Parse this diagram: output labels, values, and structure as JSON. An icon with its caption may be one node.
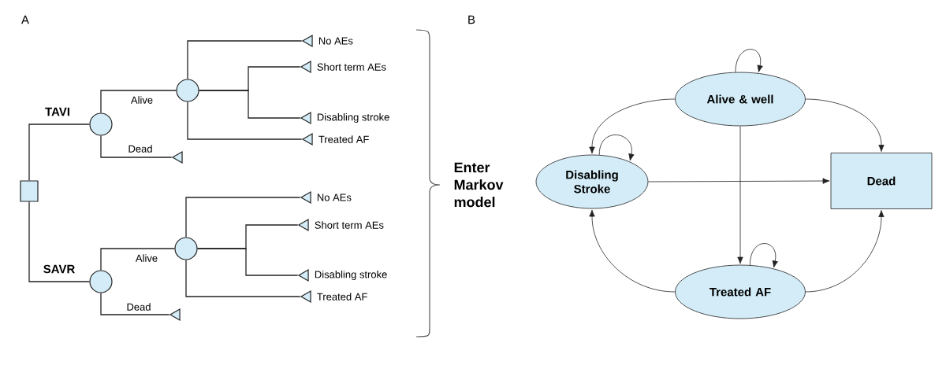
{
  "diagram": {
    "nodes": [
      {
        "text": [],
        "shape": "box"
      },
      {
        "text": [],
        "shape": "circle"
      },
      {
        "text": [],
        "shape": "circle"
      },
      {
        "text": [],
        "shape": "triangle",
        "beside": [
          "No AEs"
        ]
      },
      {
        "text": [],
        "shape": "triangle",
        "beside": [
          "Short term AEs"
        ]
      },
      {
        "text": [],
        "shape": "triangle",
        "beside": [
          "Disabling stroke"
        ]
      },
      {
        "text": [],
        "shape": "triangle",
        "beside": [
          "Treated AF"
        ]
      },
      {
        "text": [],
        "shape": "triangle"
      },
      {
        "text": [],
        "shape": "circle"
      },
      {
        "text": [],
        "shape": "circle"
      },
      {
        "text": [],
        "shape": "triangle",
        "beside": [
          "No AEs"
        ]
      },
      {
        "text": [],
        "shape": "triangle",
        "beside": [
          "Short term AEs"
        ]
      },
      {
        "text": [],
        "shape": "triangle",
        "beside": [
          "Disabling stroke"
        ]
      },
      {
        "text": [],
        "shape": "triangle",
        "beside": [
          "Treated AF"
        ]
      },
      {
        "text": [],
        "shape": "triangle"
      },
      {
        "text": [
          "Alive & well"
        ]
      },
      {
        "text": [
          "Disabling Stroke"
        ]
      },
      {
        "text": [
          "Dead"
        ]
      },
      {
        "text": [
          "Treated AF"
        ]
      }
    ],
    "edges": [
      {
        "from": 0,
        "to": 1,
        "arrow": "none",
        "label": "TAVI"
      },
      {
        "from": 1,
        "to": 2,
        "arrow": "none",
        "label": "Alive"
      },
      {
        "from": 1,
        "to": 7,
        "arrow": "none",
        "label": "Dead"
      },
      {
        "from": 2,
        "to": 3,
        "arrow": "none"
      },
      {
        "from": 2,
        "to": 4,
        "arrow": "none"
      },
      {
        "from": 2,
        "to": 5,
        "arrow": "none"
      },
      {
        "from": 2,
        "to": 6,
        "arrow": "none"
      },
      {
        "from": 0,
        "to": 8,
        "arrow": "none",
        "label": "SAVR"
      },
      {
        "from": 8,
        "to": 9,
        "arrow": "none",
        "label": "Alive"
      },
      {
        "from": 8,
        "to": 14,
        "arrow": "none",
        "label": "Dead"
      },
      {
        "from": 9,
        "to": 10,
        "arrow": "none"
      },
      {
        "from": 9,
        "to": 11,
        "arrow": "none"
      },
      {
        "from": 9,
        "to": 12,
        "arrow": "none"
      },
      {
        "from": 9,
        "to": 13,
        "arrow": "none"
      },
      {
        "from": 15,
        "to": 15,
        "arrow": "to"
      },
      {
        "from": 15,
        "to": 16,
        "arrow": "to"
      },
      {
        "from": 15,
        "to": 17,
        "arrow": "to"
      },
      {
        "from": 15,
        "to": 18,
        "arrow": "to"
      },
      {
        "from": 16,
        "to": 16,
        "arrow": "to"
      },
      {
        "from": 16,
        "to": 17,
        "arrow": "to"
      },
      {
        "from": 18,
        "to": 16,
        "arrow": "to"
      },
      {
        "from": 18,
        "to": 17,
        "arrow": "to"
      },
      {
        "from": 18,
        "to": 18,
        "arrow": "to"
      }
    ],
    "labels": [
      "A",
      "B",
      "Enter Markov model"
    ]
  }
}
